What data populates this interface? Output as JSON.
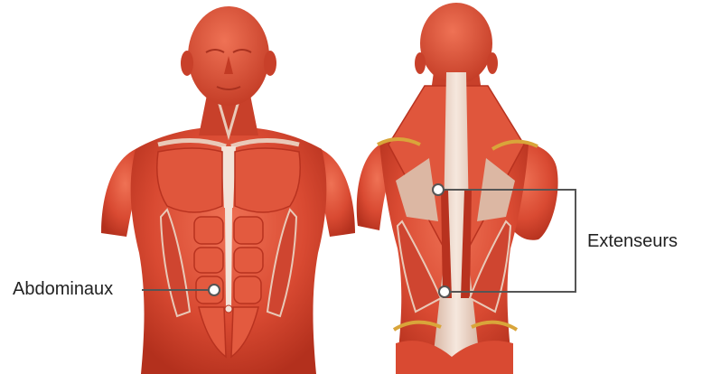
{
  "figure": {
    "views": [
      {
        "id": "front",
        "description_icon": "front-torso-muscles-icon"
      },
      {
        "id": "back",
        "description_icon": "back-torso-muscles-icon"
      }
    ],
    "labels": {
      "abdominals": "Abdominaux",
      "extensors": "Extenseurs"
    },
    "colors": {
      "muscle": "#d94a32",
      "muscle_dark": "#b8321f",
      "muscle_light": "#ea6a4c",
      "tendon": "#e9c9b8",
      "fascia": "#f3e3d8",
      "fat_yellow": "#d9a53a",
      "leader_line": "#555555",
      "label_text": "#222222",
      "background": "#ffffff"
    }
  }
}
